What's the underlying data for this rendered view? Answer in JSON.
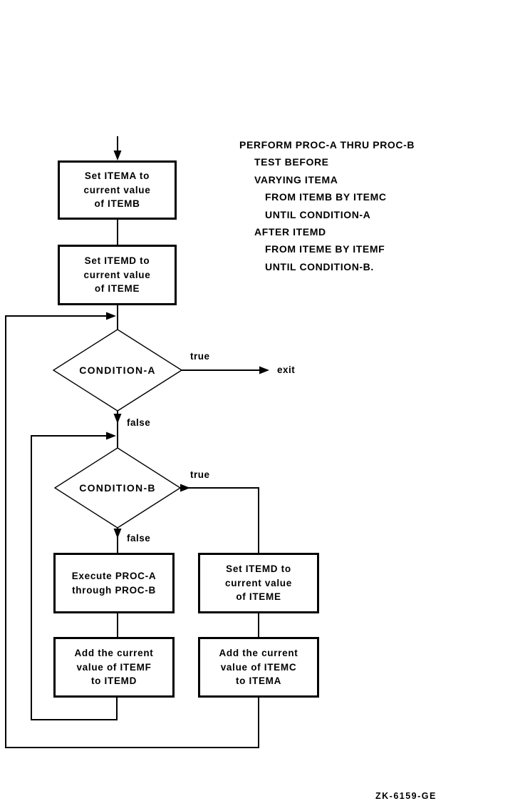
{
  "figure": {
    "id_label": "ZK-6159-GE",
    "colors": {
      "ink": "#000000",
      "paper": "#ffffff"
    }
  },
  "code_listing": {
    "lines": [
      {
        "indent": 0,
        "text": "PERFORM PROC-A THRU PROC-B"
      },
      {
        "indent": 1,
        "text": "TEST BEFORE"
      },
      {
        "indent": 1,
        "text": "VARYING ITEMA"
      },
      {
        "indent": 2,
        "text": "FROM ITEMB BY ITEMC"
      },
      {
        "indent": 2,
        "text": "UNTIL CONDITION-A"
      },
      {
        "indent": 1,
        "text": "AFTER ITEMD"
      },
      {
        "indent": 2,
        "text": "FROM ITEME BY ITEMF"
      },
      {
        "indent": 2,
        "text": "UNTIL CONDITION-B."
      }
    ]
  },
  "flowchart": {
    "process_boxes": {
      "set_itema": {
        "line1": "Set ITEMA to",
        "line2": "current value",
        "line3": "of ITEMB"
      },
      "set_itemd_top": {
        "line1": "Set ITEMD to",
        "line2": "current value",
        "line3": "of ITEME"
      },
      "execute_proc": {
        "line1": "Execute PROC-A",
        "line2": "through PROC-B"
      },
      "add_itemf": {
        "line1": "Add the current",
        "line2": "value of ITEMF",
        "line3": "to ITEMD"
      },
      "set_itemd_right": {
        "line1": "Set ITEMD to",
        "line2": "current value",
        "line3": "of ITEME"
      },
      "add_itemc": {
        "line1": "Add the current",
        "line2": "value of ITEMC",
        "line3": "to ITEMA"
      }
    },
    "decisions": {
      "condition_a": {
        "label": "CONDITION-A"
      },
      "condition_b": {
        "label": "CONDITION-B"
      }
    },
    "edge_labels": {
      "cond_a_true": "true",
      "cond_a_false": "false",
      "cond_b_true": "true",
      "cond_b_false": "false",
      "exit": "exit"
    }
  }
}
